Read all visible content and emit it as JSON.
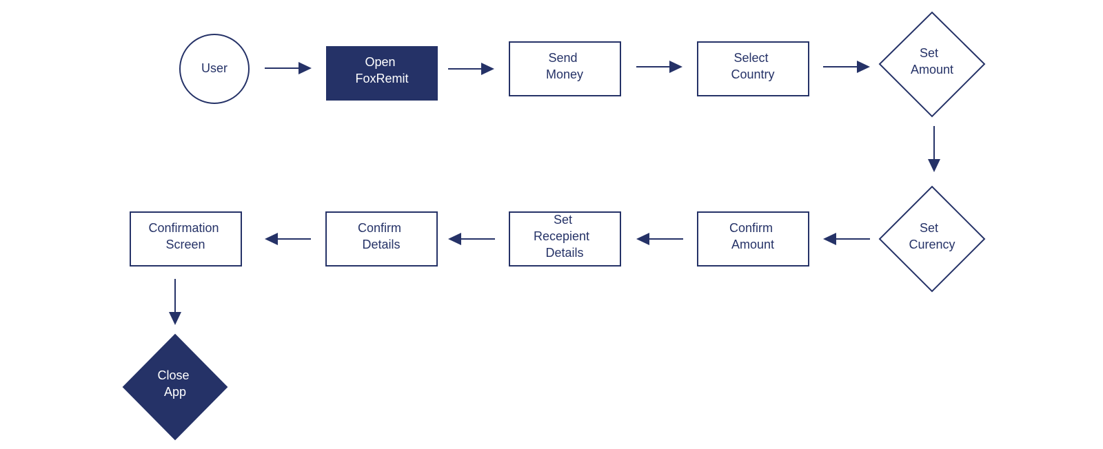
{
  "diagram": {
    "colors": {
      "navy": "#253267",
      "background": "#ffffff",
      "inverse_text": "#ffffff"
    },
    "nodes": {
      "user": {
        "shape": "circle",
        "lines": [
          "User"
        ]
      },
      "open_foxremit": {
        "shape": "filled-rectangle",
        "lines": [
          "Open",
          "FoxRemit"
        ]
      },
      "send_money": {
        "shape": "rectangle",
        "lines": [
          "Send",
          "Money"
        ]
      },
      "select_country": {
        "shape": "rectangle",
        "lines": [
          "Select",
          "Country"
        ]
      },
      "set_amount": {
        "shape": "diamond",
        "lines": [
          "Set",
          "Amount"
        ]
      },
      "set_curency": {
        "shape": "diamond",
        "lines": [
          "Set",
          "Curency"
        ]
      },
      "confirm_amount": {
        "shape": "rectangle",
        "lines": [
          "Confirm",
          "Amount"
        ]
      },
      "set_recepient_details": {
        "shape": "rectangle",
        "lines": [
          "Set",
          "Recepient",
          "Details"
        ]
      },
      "confirm_details": {
        "shape": "rectangle",
        "lines": [
          "Confirm",
          "Details"
        ]
      },
      "confirmation_screen": {
        "shape": "rectangle",
        "lines": [
          "Confirmation",
          "Screen"
        ]
      },
      "close_app": {
        "shape": "filled-diamond",
        "lines": [
          "Close",
          "App"
        ]
      }
    },
    "edges": [
      {
        "from": "user",
        "to": "open_foxremit"
      },
      {
        "from": "open_foxremit",
        "to": "send_money"
      },
      {
        "from": "send_money",
        "to": "select_country"
      },
      {
        "from": "select_country",
        "to": "set_amount"
      },
      {
        "from": "set_amount",
        "to": "set_curency"
      },
      {
        "from": "set_curency",
        "to": "confirm_amount"
      },
      {
        "from": "confirm_amount",
        "to": "set_recepient_details"
      },
      {
        "from": "set_recepient_details",
        "to": "confirm_details"
      },
      {
        "from": "confirm_details",
        "to": "confirmation_screen"
      },
      {
        "from": "confirmation_screen",
        "to": "close_app"
      }
    ]
  }
}
